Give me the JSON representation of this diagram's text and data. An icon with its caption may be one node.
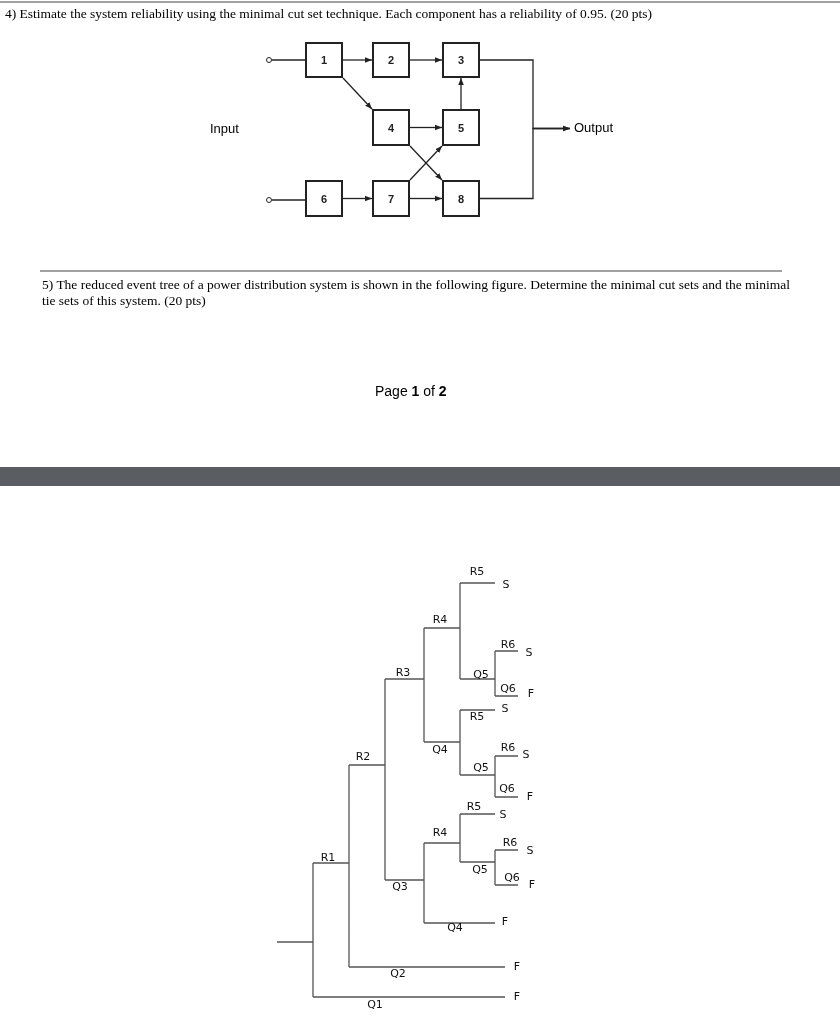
{
  "diagram": {
    "nodes": [
      {
        "text": [],
        "shape": "circle"
      },
      {
        "text": [
          "1"
        ]
      },
      {
        "text": [
          "2"
        ]
      },
      {
        "text": [
          "3"
        ]
      },
      {
        "text": [
          "4"
        ]
      },
      {
        "text": [
          "5"
        ]
      },
      {
        "text": [
          "Output"
        ]
      },
      {
        "text": [],
        "shape": "circle"
      },
      {
        "text": [
          "6"
        ]
      },
      {
        "text": [
          "7"
        ]
      },
      {
        "text": [
          "8"
        ]
      }
    ],
    "edges": [
      {
        "from": 0,
        "to": 1,
        "arrow": "none"
      },
      {
        "from": 1,
        "to": 2,
        "arrow": "to"
      },
      {
        "from": 2,
        "to": 3,
        "arrow": "to"
      },
      {
        "from": 1,
        "to": 4,
        "arrow": "to"
      },
      {
        "from": 4,
        "to": 5,
        "arrow": "to"
      },
      {
        "from": 5,
        "to": 3,
        "arrow": "to"
      },
      {
        "from": 4,
        "to": 10,
        "arrow": "to"
      },
      {
        "from": 7,
        "to": 8,
        "arrow": "none"
      },
      {
        "from": 8,
        "to": 9,
        "arrow": "to"
      },
      {
        "from": 9,
        "to": 5,
        "arrow": "to"
      },
      {
        "from": 9,
        "to": 10,
        "arrow": "to"
      },
      {
        "from": 3,
        "to": 6,
        "arrow": "to"
      },
      {
        "from": 10,
        "to": 6,
        "arrow": "to"
      }
    ],
    "labels": [
      "4) Estimate the system reliability using the minimal cut set technique. Each component has a reliability of 0.95. (20 pts)",
      "Input",
      "5) The reduced event tree of a power distribution system is shown in the following figure. Determine the minimal cut sets and the minimal tie sets of this system. (20 pts)",
      "Page **1** of **2**",
      "R5",
      "S",
      "R4",
      "R6",
      "S",
      "R3",
      "Q5",
      "Q6",
      "F",
      "S",
      "R5",
      "R6",
      "Q4",
      "S",
      "R2",
      "Q5",
      "Q6",
      "F",
      "R5",
      "S",
      "R4",
      "R6",
      "S",
      "R1",
      "Q5",
      "Q6",
      "F",
      "Q3",
      "F",
      "Q4",
      "F",
      "Q2",
      "F",
      "Q1"
    ]
  }
}
